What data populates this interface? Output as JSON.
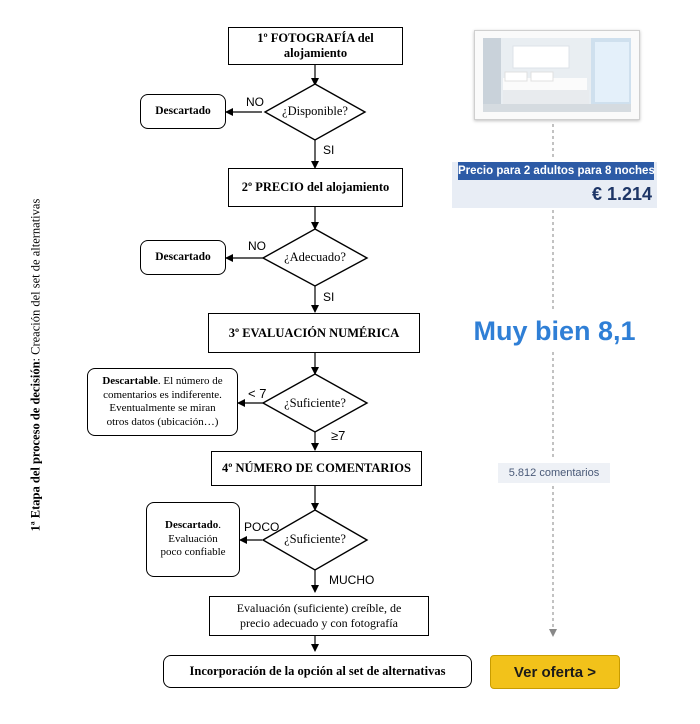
{
  "side_label": {
    "bold": "1ª Etapa del proceso de decisión",
    "rest": ": Creación del set de alternativas"
  },
  "flow": {
    "step1": {
      "line1": "1º FOTOGRAFÍA del",
      "line2": "alojamiento"
    },
    "decision1": "¿Disponible?",
    "discard1": "Descartado",
    "no1": "NO",
    "yes1": "SI",
    "step2": "2º PRECIO del alojamiento",
    "decision2": "¿Adecuado?",
    "discard2": "Descartado",
    "no2": "NO",
    "yes2": "SI",
    "step3": "3º EVALUACIÓN NUMÉRICA",
    "decision3": "¿Suficiente?",
    "discard3": {
      "bold": "Descartable",
      "line1_rest": ". El número de",
      "line2": "comentarios es indiferente.",
      "line3": "Eventualmente se miran",
      "line4": "otros datos (ubicación…)"
    },
    "lt7": "< 7",
    "ge7": "≥7",
    "step4": "4º NÚMERO DE COMENTARIOS",
    "decision4": "¿Suficiente?",
    "discard4": {
      "bold": "Descartado",
      "line1_rest": ".",
      "line2": "Evaluación",
      "line3": "poco confiable"
    },
    "poco": "POCO",
    "mucho": "MUCHO",
    "result": {
      "line1": "Evaluación (suficiente) creíble, de",
      "line2": "precio adecuado y con fotografía"
    },
    "final": "Incorporación de la opción al set de alternativas"
  },
  "listing": {
    "photo_icon": "hotel-room-photo",
    "price_header": "Precio para 2 adultos para 8 noches",
    "price_value": "€ 1.214",
    "score": "Muy bien 8,1",
    "reviews": "5.812 comentarios",
    "offer_button": "Ver oferta >"
  },
  "colors": {
    "accent_blue": "#2d5ba6",
    "score_blue": "#2f7fd6",
    "offer_yellow": "#f2c21a"
  }
}
